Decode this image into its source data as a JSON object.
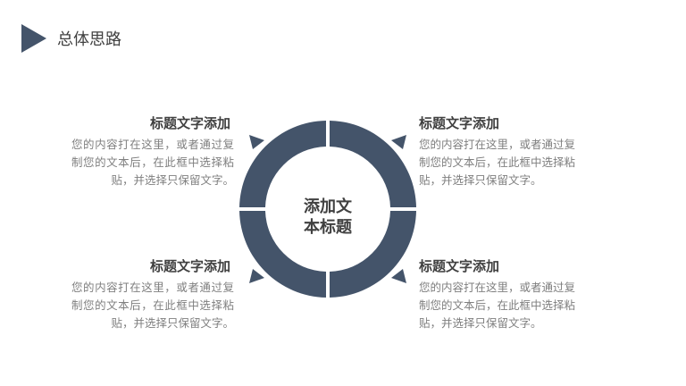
{
  "header": {
    "title": "总体思路",
    "icon": "play-triangle-icon"
  },
  "center": {
    "line1": "添加文",
    "line2": "本标题"
  },
  "colors": {
    "accent": "#44546a",
    "title": "#404040",
    "body": "#7f7f7f"
  },
  "blocks": [
    {
      "position": "top-left",
      "title": "标题文字添加",
      "desc": "您的内容打在这里，或者通过复制您的文本后，在此框中选择粘贴，并选择只保留文字。"
    },
    {
      "position": "top-right",
      "title": "标题文字添加",
      "desc": "您的内容打在这里，或者通过复制您的文本后，在此框中选择粘贴，并选择只保留文字。"
    },
    {
      "position": "bottom-left",
      "title": "标题文字添加",
      "desc": "您的内容打在这里，或者通过复制您的文本后，在此框中选择粘贴，并选择只保留文字。"
    },
    {
      "position": "bottom-right",
      "title": "标题文字添加",
      "desc": "您的内容打在这里，或者通过复制您的文本后，在此框中选择粘贴，并选择只保留文字。"
    }
  ]
}
